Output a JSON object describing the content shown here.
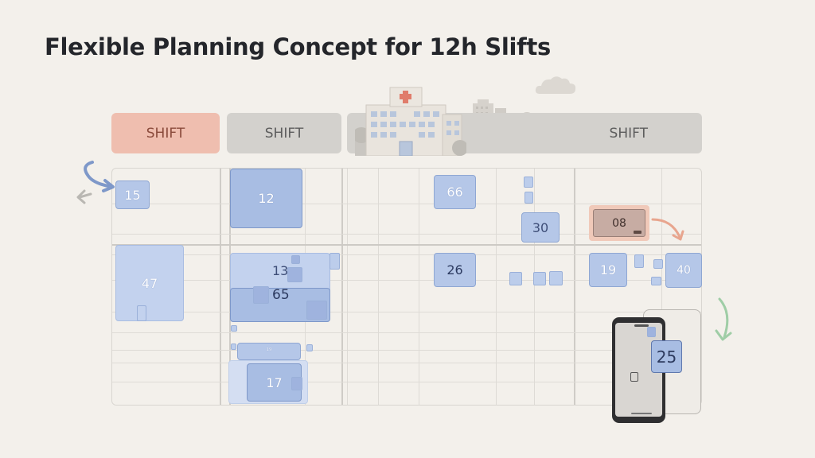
{
  "title": "Flexible Planning Concept for 12h Slifts",
  "shift_headers": [
    "SHIFT",
    "SHIFT",
    "SHIFT"
  ],
  "blocks": {
    "b15": "15",
    "b12": "12",
    "b66": "66",
    "b30": "30",
    "b08": "08",
    "b47": "47",
    "b13": "13",
    "b65": "65",
    "b26": "26",
    "b19": "19",
    "b40": "40",
    "b17": "17",
    "b25": "25"
  },
  "colors": {
    "background": "#f3f0eb",
    "accent_shift": "#efbeaf",
    "shift_header": "#d3d1cd",
    "block_blue": "#a8bde3",
    "block_highlight": "#c7aca3",
    "arrow_blue": "#7e98c9",
    "arrow_orange": "#e8a58e",
    "arrow_green": "#9fcda6"
  },
  "icons": [
    "hospital-icon",
    "cloud-icon",
    "city-skyline-icon",
    "smartphone-icon",
    "curved-arrow-icon"
  ]
}
